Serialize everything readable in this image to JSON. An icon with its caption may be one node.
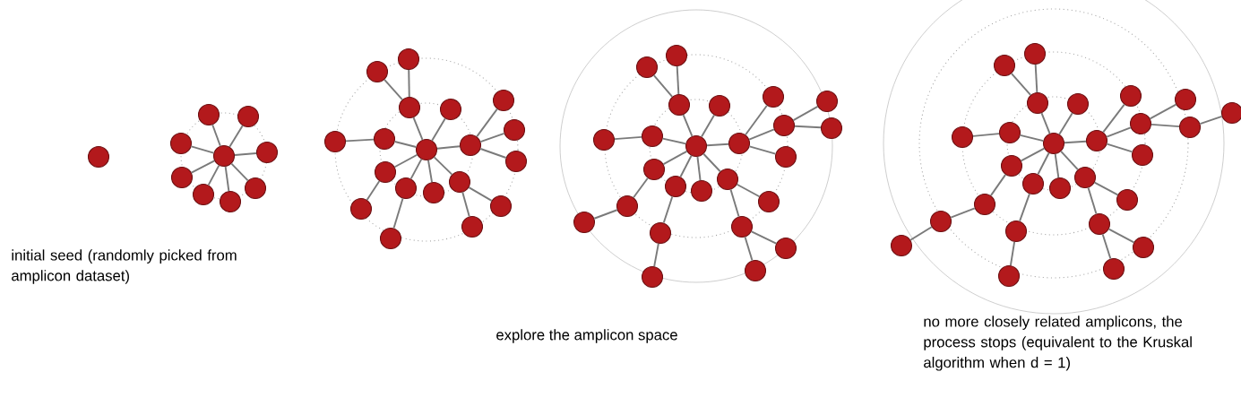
{
  "diagram": {
    "nodes": [
      {
        "text": [],
        "shape": "circle"
      },
      {
        "text": [],
        "shape": "circle"
      },
      {
        "text": [],
        "shape": "circle"
      },
      {
        "text": [],
        "shape": "circle"
      },
      {
        "text": [],
        "shape": "circle"
      },
      {
        "text": [],
        "shape": "circle"
      },
      {
        "text": [],
        "shape": "circle"
      },
      {
        "text": [],
        "shape": "circle"
      },
      {
        "text": [],
        "shape": "circle"
      },
      {
        "text": [],
        "shape": "circle"
      },
      {
        "text": [],
        "shape": "circle"
      },
      {
        "text": [],
        "shape": "circle"
      },
      {
        "text": [],
        "shape": "circle"
      },
      {
        "text": [],
        "shape": "circle"
      },
      {
        "text": [],
        "shape": "circle"
      },
      {
        "text": [],
        "shape": "circle"
      },
      {
        "text": [],
        "shape": "circle"
      },
      {
        "text": [],
        "shape": "circle"
      },
      {
        "text": [],
        "shape": "circle"
      },
      {
        "text": [],
        "shape": "circle"
      },
      {
        "text": [],
        "shape": "circle"
      },
      {
        "text": [],
        "shape": "circle"
      },
      {
        "text": [],
        "shape": "circle"
      },
      {
        "text": [],
        "shape": "circle"
      },
      {
        "text": [],
        "shape": "circle"
      },
      {
        "text": [],
        "shape": "circle"
      },
      {
        "text": [],
        "shape": "circle"
      },
      {
        "text": [],
        "shape": "circle"
      },
      {
        "text": [],
        "shape": "circle"
      },
      {
        "text": [],
        "shape": "circle"
      },
      {
        "text": [],
        "shape": "circle"
      },
      {
        "text": [],
        "shape": "circle"
      },
      {
        "text": [],
        "shape": "circle"
      },
      {
        "text": [],
        "shape": "circle"
      },
      {
        "text": [],
        "shape": "circle"
      },
      {
        "text": [],
        "shape": "circle"
      },
      {
        "text": [],
        "shape": "circle"
      },
      {
        "text": [],
        "shape": "circle"
      },
      {
        "text": [],
        "shape": "circle"
      },
      {
        "text": [],
        "shape": "circle"
      },
      {
        "text": [],
        "shape": "circle"
      },
      {
        "text": [],
        "shape": "circle"
      },
      {
        "text": [],
        "shape": "circle"
      },
      {
        "text": [],
        "shape": "circle"
      },
      {
        "text": [],
        "shape": "circle"
      },
      {
        "text": [],
        "shape": "circle"
      },
      {
        "text": [],
        "shape": "circle"
      },
      {
        "text": [],
        "shape": "circle"
      },
      {
        "text": [],
        "shape": "circle"
      },
      {
        "text": [],
        "shape": "circle"
      },
      {
        "text": [],
        "shape": "circle"
      },
      {
        "text": [],
        "shape": "circle"
      },
      {
        "text": [],
        "shape": "circle"
      },
      {
        "text": [],
        "shape": "circle"
      },
      {
        "text": [],
        "shape": "circle"
      },
      {
        "text": [],
        "shape": "circle"
      },
      {
        "text": [],
        "shape": "circle"
      },
      {
        "text": [],
        "shape": "circle"
      },
      {
        "text": [],
        "shape": "circle"
      },
      {
        "text": [],
        "shape": "circle"
      },
      {
        "text": [],
        "shape": "circle"
      },
      {
        "text": [],
        "shape": "circle"
      },
      {
        "text": [],
        "shape": "circle"
      },
      {
        "text": [],
        "shape": "circle"
      },
      {
        "text": [],
        "shape": "circle"
      },
      {
        "text": [],
        "shape": "circle"
      },
      {
        "text": [],
        "shape": "circle"
      },
      {
        "text": [],
        "shape": "circle"
      },
      {
        "text": [],
        "shape": "circle"
      },
      {
        "text": [],
        "shape": "circle"
      },
      {
        "text": [],
        "shape": "circle"
      },
      {
        "text": [],
        "shape": "circle"
      },
      {
        "text": [],
        "shape": "circle"
      },
      {
        "text": [],
        "shape": "circle"
      },
      {
        "text": [],
        "shape": "circle"
      },
      {
        "text": [],
        "shape": "circle"
      },
      {
        "text": [],
        "shape": "circle"
      },
      {
        "text": [],
        "shape": "circle"
      },
      {
        "text": [],
        "shape": "circle"
      },
      {
        "text": [],
        "shape": "circle"
      },
      {
        "text": [],
        "shape": "circle"
      }
    ],
    "edges": [
      {
        "from": 1,
        "to": 2,
        "arrow": "none"
      },
      {
        "from": 1,
        "to": 3,
        "arrow": "none"
      },
      {
        "from": 1,
        "to": 4,
        "arrow": "none"
      },
      {
        "from": 1,
        "to": 5,
        "arrow": "none"
      },
      {
        "from": 1,
        "to": 6,
        "arrow": "none"
      },
      {
        "from": 1,
        "to": 7,
        "arrow": "none"
      },
      {
        "from": 1,
        "to": 8,
        "arrow": "none"
      },
      {
        "from": 1,
        "to": 9,
        "arrow": "none"
      },
      {
        "from": 10,
        "to": 11,
        "arrow": "none"
      },
      {
        "from": 11,
        "to": 12,
        "arrow": "none"
      },
      {
        "from": 11,
        "to": 13,
        "arrow": "none"
      },
      {
        "from": 10,
        "to": 14,
        "arrow": "none"
      },
      {
        "from": 10,
        "to": 15,
        "arrow": "none"
      },
      {
        "from": 15,
        "to": 16,
        "arrow": "none"
      },
      {
        "from": 10,
        "to": 17,
        "arrow": "none"
      },
      {
        "from": 17,
        "to": 18,
        "arrow": "none"
      },
      {
        "from": 10,
        "to": 19,
        "arrow": "none"
      },
      {
        "from": 19,
        "to": 20,
        "arrow": "none"
      },
      {
        "from": 10,
        "to": 21,
        "arrow": "none"
      },
      {
        "from": 10,
        "to": 22,
        "arrow": "none"
      },
      {
        "from": 22,
        "to": 23,
        "arrow": "none"
      },
      {
        "from": 22,
        "to": 24,
        "arrow": "none"
      },
      {
        "from": 10,
        "to": 25,
        "arrow": "none"
      },
      {
        "from": 25,
        "to": 26,
        "arrow": "none"
      },
      {
        "from": 25,
        "to": 27,
        "arrow": "none"
      },
      {
        "from": 25,
        "to": 28,
        "arrow": "none"
      },
      {
        "from": 29,
        "to": 30,
        "arrow": "none"
      },
      {
        "from": 30,
        "to": 31,
        "arrow": "none"
      },
      {
        "from": 30,
        "to": 32,
        "arrow": "none"
      },
      {
        "from": 29,
        "to": 33,
        "arrow": "none"
      },
      {
        "from": 29,
        "to": 34,
        "arrow": "none"
      },
      {
        "from": 34,
        "to": 35,
        "arrow": "none"
      },
      {
        "from": 29,
        "to": 36,
        "arrow": "none"
      },
      {
        "from": 36,
        "to": 37,
        "arrow": "none"
      },
      {
        "from": 37,
        "to": 38,
        "arrow": "none"
      },
      {
        "from": 29,
        "to": 39,
        "arrow": "none"
      },
      {
        "from": 39,
        "to": 40,
        "arrow": "none"
      },
      {
        "from": 40,
        "to": 41,
        "arrow": "none"
      },
      {
        "from": 29,
        "to": 42,
        "arrow": "none"
      },
      {
        "from": 29,
        "to": 43,
        "arrow": "none"
      },
      {
        "from": 43,
        "to": 44,
        "arrow": "none"
      },
      {
        "from": 44,
        "to": 45,
        "arrow": "none"
      },
      {
        "from": 44,
        "to": 46,
        "arrow": "none"
      },
      {
        "from": 43,
        "to": 47,
        "arrow": "none"
      },
      {
        "from": 29,
        "to": 48,
        "arrow": "none"
      },
      {
        "from": 48,
        "to": 49,
        "arrow": "none"
      },
      {
        "from": 48,
        "to": 50,
        "arrow": "none"
      },
      {
        "from": 50,
        "to": 51,
        "arrow": "none"
      },
      {
        "from": 50,
        "to": 52,
        "arrow": "none"
      },
      {
        "from": 48,
        "to": 53,
        "arrow": "none"
      },
      {
        "from": 54,
        "to": 55,
        "arrow": "none"
      },
      {
        "from": 55,
        "to": 56,
        "arrow": "none"
      },
      {
        "from": 55,
        "to": 57,
        "arrow": "none"
      },
      {
        "from": 54,
        "to": 58,
        "arrow": "none"
      },
      {
        "from": 54,
        "to": 59,
        "arrow": "none"
      },
      {
        "from": 59,
        "to": 60,
        "arrow": "none"
      },
      {
        "from": 54,
        "to": 61,
        "arrow": "none"
      },
      {
        "from": 61,
        "to": 62,
        "arrow": "none"
      },
      {
        "from": 62,
        "to": 63,
        "arrow": "none"
      },
      {
        "from": 63,
        "to": 64,
        "arrow": "none"
      },
      {
        "from": 54,
        "to": 65,
        "arrow": "none"
      },
      {
        "from": 65,
        "to": 66,
        "arrow": "none"
      },
      {
        "from": 66,
        "to": 67,
        "arrow": "none"
      },
      {
        "from": 54,
        "to": 68,
        "arrow": "none"
      },
      {
        "from": 54,
        "to": 69,
        "arrow": "none"
      },
      {
        "from": 69,
        "to": 70,
        "arrow": "none"
      },
      {
        "from": 70,
        "to": 71,
        "arrow": "none"
      },
      {
        "from": 70,
        "to": 72,
        "arrow": "none"
      },
      {
        "from": 69,
        "to": 73,
        "arrow": "none"
      },
      {
        "from": 54,
        "to": 74,
        "arrow": "none"
      },
      {
        "from": 74,
        "to": 75,
        "arrow": "none"
      },
      {
        "from": 74,
        "to": 76,
        "arrow": "none"
      },
      {
        "from": 76,
        "to": 77,
        "arrow": "none"
      },
      {
        "from": 76,
        "to": 78,
        "arrow": "none"
      },
      {
        "from": 78,
        "to": 79,
        "arrow": "none"
      },
      {
        "from": 74,
        "to": 80,
        "arrow": "none"
      }
    ],
    "labels": [
      "initial seed (randomly picked from amplicon dataset)",
      "explore the amplicon space",
      "no more closely related amplicons, the process stops (equivalent to the Kruskal algorithm when d = 1)"
    ]
  }
}
